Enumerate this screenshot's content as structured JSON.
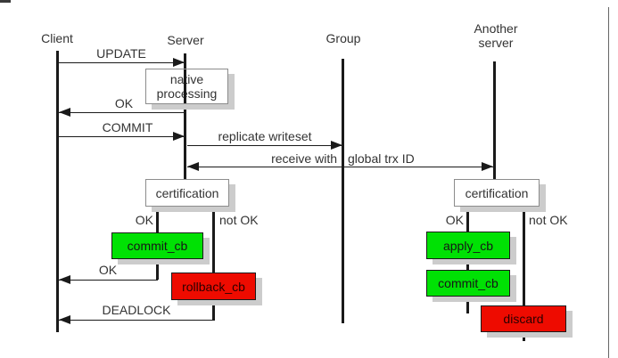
{
  "colors": {
    "green": "#00e104",
    "red": "#ee0b00",
    "shadow": "#cccccc",
    "line": "#1a1a1a",
    "white_box_border": "#8c8c8c",
    "colored_box_border": "#1a1a1a",
    "text": "#333333",
    "frame_edge": "#666666"
  },
  "actors": {
    "client": {
      "label": "Client"
    },
    "server": {
      "label": "Server"
    },
    "group": {
      "label": "Group"
    },
    "another_server": {
      "label": "Another server"
    }
  },
  "messages": {
    "update": {
      "label": "UPDATE"
    },
    "ok_native": {
      "label": "OK"
    },
    "commit": {
      "label": "COMMIT"
    },
    "replicate_writeset": {
      "label": "replicate writeset"
    },
    "receive_with": {
      "label": "receive with"
    },
    "global_trx_id": {
      "label": "global trx ID"
    },
    "ok_commit": {
      "label": "OK"
    },
    "deadlock": {
      "label": "DEADLOCK"
    }
  },
  "boxes": {
    "native_processing": {
      "label": "native processing"
    },
    "certification_left": {
      "label": "certification"
    },
    "certification_right": {
      "label": "certification"
    },
    "commit_cb_left": {
      "label": "commit_cb"
    },
    "rollback_cb": {
      "label": "rollback_cb"
    },
    "apply_cb": {
      "label": "apply_cb"
    },
    "commit_cb_right": {
      "label": "commit_cb"
    },
    "discard": {
      "label": "discard"
    }
  },
  "branches": {
    "server_ok": {
      "label": "OK"
    },
    "server_not_ok": {
      "label": "not OK"
    },
    "another_ok": {
      "label": "OK"
    },
    "another_not_ok": {
      "label": "not OK"
    }
  }
}
